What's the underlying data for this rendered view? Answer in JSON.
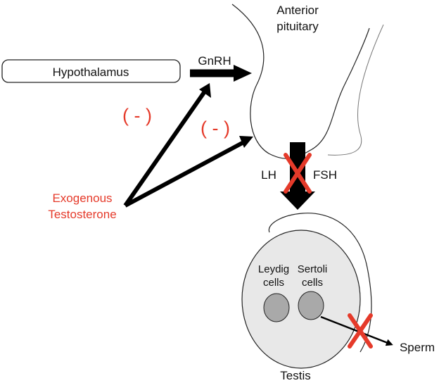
{
  "labels": {
    "anterior_pituitary_line1": "Anterior",
    "anterior_pituitary_line2": "pituitary",
    "hypothalamus": "Hypothalamus",
    "gnrh": "GnRH",
    "negative_feedback_1": "( - )",
    "negative_feedback_2": "( - )",
    "lh": "LH",
    "fsh": "FSH",
    "exogenous_line1": "Exogenous",
    "exogenous_line2": "Testosterone",
    "leydig_line1": "Leydig",
    "leydig_line2": "cells",
    "sertoli_line1": "Sertoli",
    "sertoli_line2": "cells",
    "sperm": "Sperm",
    "testis": "Testis"
  },
  "colors": {
    "accent_red": "#e53a2a",
    "arrow_black": "#000000",
    "testis_fill": "#e8e8e8",
    "cell_fill": "#a9a9a9"
  }
}
